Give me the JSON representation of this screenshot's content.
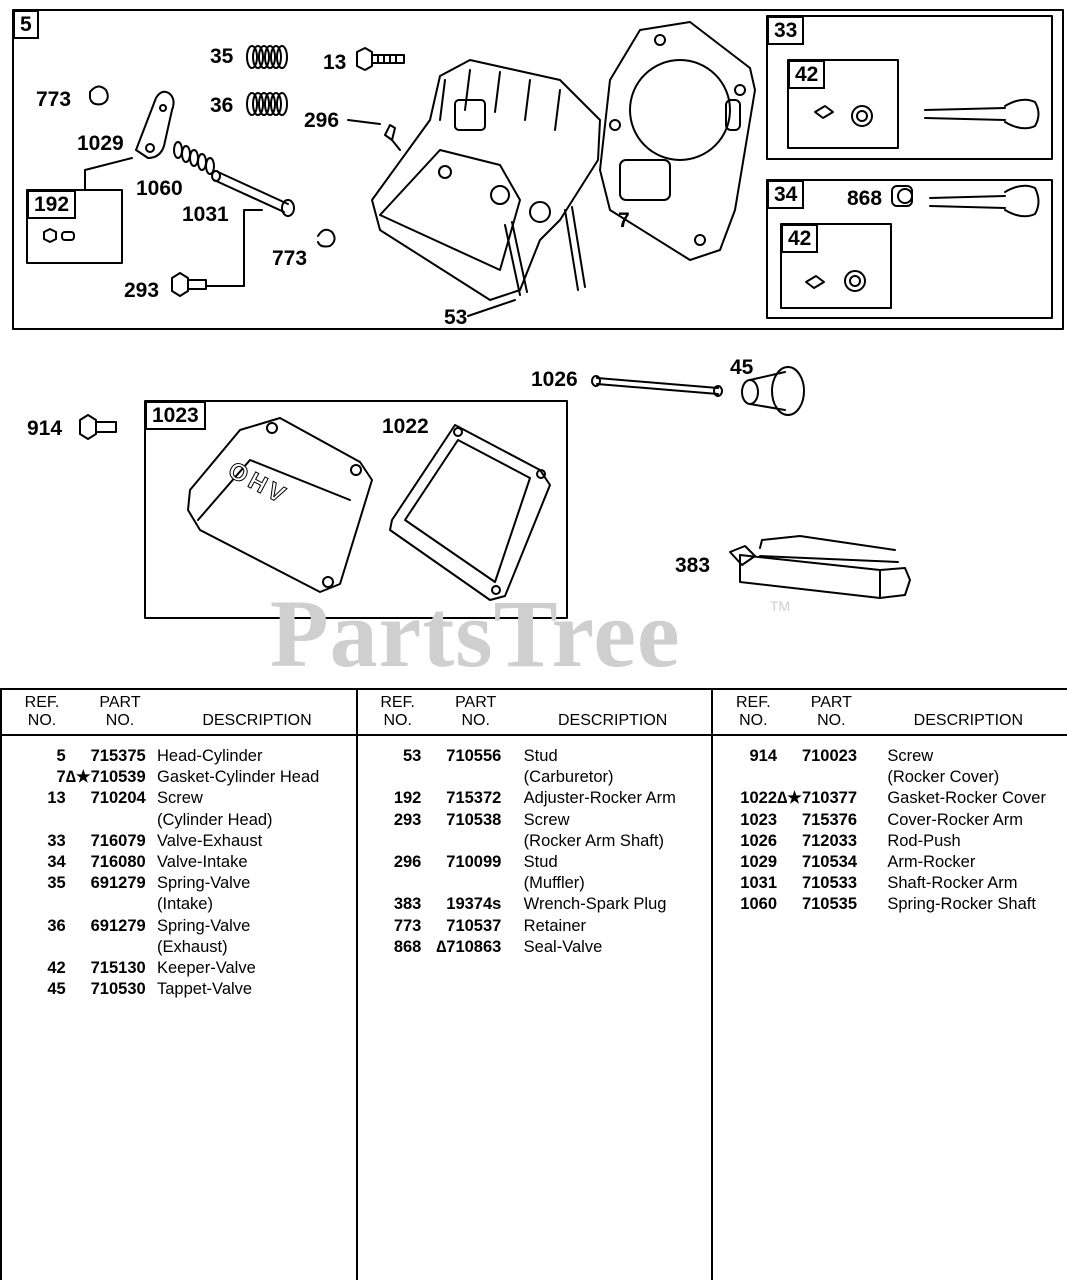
{
  "diagram": {
    "box_labels": {
      "b5": "5",
      "b33": "33",
      "b42a": "42",
      "b34": "34",
      "b42b": "42",
      "b192": "192",
      "b1023": "1023"
    },
    "callouts": {
      "c35": "35",
      "c36": "36",
      "c13": "13",
      "c773a": "773",
      "c1029": "1029",
      "c1060": "1060",
      "c1031": "1031",
      "c773b": "773",
      "c293": "293",
      "c296": "296",
      "c7": "7",
      "c53": "53",
      "c868": "868",
      "c914": "914",
      "c1022": "1022",
      "c1026": "1026",
      "c45": "45",
      "c383": "383"
    },
    "cover_text": "OHV",
    "watermark": "PartsTree",
    "trademark": "TM"
  },
  "table": {
    "headers": {
      "ref": "REF.",
      "ref2": "NO.",
      "part": "PART",
      "part2": "NO.",
      "desc": "DESCRIPTION"
    },
    "columns": [
      [
        {
          "ref": "5",
          "part": "715375",
          "desc": "Head-Cylinder"
        },
        {
          "ref": "7",
          "part": "∆★710539",
          "desc": "Gasket-Cylinder Head"
        },
        {
          "ref": "13",
          "part": "710204",
          "desc": "Screw"
        },
        {
          "ref": "",
          "part": "",
          "desc": "(Cylinder Head)"
        },
        {
          "ref": "33",
          "part": "716079",
          "desc": "Valve-Exhaust"
        },
        {
          "ref": "34",
          "part": "716080",
          "desc": "Valve-Intake"
        },
        {
          "ref": "35",
          "part": "691279",
          "desc": "Spring-Valve"
        },
        {
          "ref": "",
          "part": "",
          "desc": "(Intake)"
        },
        {
          "ref": "36",
          "part": "691279",
          "desc": "Spring-Valve"
        },
        {
          "ref": "",
          "part": "",
          "desc": "(Exhaust)"
        },
        {
          "ref": "42",
          "part": "715130",
          "desc": "Keeper-Valve"
        },
        {
          "ref": "45",
          "part": "710530",
          "desc": "Tappet-Valve"
        }
      ],
      [
        {
          "ref": "53",
          "part": "710556",
          "desc": "Stud"
        },
        {
          "ref": "",
          "part": "",
          "desc": "(Carburetor)"
        },
        {
          "ref": "192",
          "part": "715372",
          "desc": "Adjuster-Rocker Arm"
        },
        {
          "ref": "293",
          "part": "710538",
          "desc": "Screw"
        },
        {
          "ref": "",
          "part": "",
          "desc": "(Rocker Arm Shaft)"
        },
        {
          "ref": "296",
          "part": "710099",
          "desc": "Stud"
        },
        {
          "ref": "",
          "part": "",
          "desc": "(Muffler)"
        },
        {
          "ref": "383",
          "part": "19374s",
          "desc": "Wrench-Spark Plug"
        },
        {
          "ref": "773",
          "part": "710537",
          "desc": "Retainer"
        },
        {
          "ref": "868",
          "part": "∆710863",
          "desc": "Seal-Valve"
        }
      ],
      [
        {
          "ref": "914",
          "part": "710023",
          "desc": "Screw"
        },
        {
          "ref": "",
          "part": "",
          "desc": "(Rocker Cover)"
        },
        {
          "ref": "1022",
          "part": "∆★710377",
          "desc": "Gasket-Rocker Cover"
        },
        {
          "ref": "1023",
          "part": "715376",
          "desc": "Cover-Rocker Arm"
        },
        {
          "ref": "1026",
          "part": "712033",
          "desc": "Rod-Push"
        },
        {
          "ref": "1029",
          "part": "710534",
          "desc": "Arm-Rocker"
        },
        {
          "ref": "1031",
          "part": "710533",
          "desc": "Shaft-Rocker Arm"
        },
        {
          "ref": "1060",
          "part": "710535",
          "desc": "Spring-Rocker Shaft"
        }
      ]
    ]
  }
}
